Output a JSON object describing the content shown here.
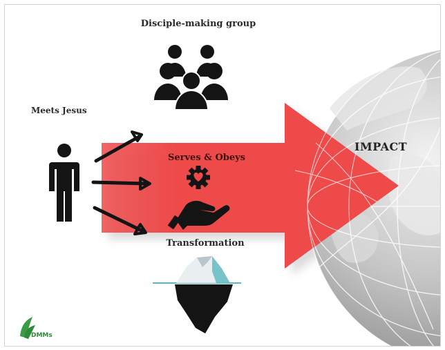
{
  "labels": {
    "group": "Disciple-making group",
    "meets": "Meets Jesus",
    "serves": "Serves & Obeys",
    "transformation": "Transformation",
    "impact": "IMPACT"
  },
  "logo": {
    "text": "DMMs",
    "color": "#2f8a3a"
  },
  "colors": {
    "arrow": "#ee4a4a",
    "icon": "#1a1a1a",
    "globe": "#bcbcbc",
    "teal": "#5ab8c0"
  },
  "icons": [
    "group-icon",
    "person-icon",
    "gear-heart-icon",
    "helping-hand-icon",
    "iceberg-icon",
    "globe-icon"
  ]
}
